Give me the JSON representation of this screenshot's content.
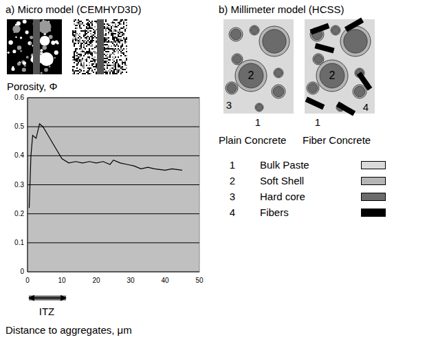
{
  "diagram": {
    "labels": [
      "a) Micro model (CEMHYD3D)",
      "b) Millimeter model (HCSS)",
      "Porosity, Φ",
      "0.6",
      "0.5",
      "0.4",
      "0.3",
      "0.2",
      "0.1",
      "0",
      "0",
      "10",
      "20",
      "30",
      "40",
      "50",
      "ITZ",
      "Distance to aggregates, μm",
      "2",
      "3",
      "1",
      "2",
      "4",
      "1",
      "Plain Concrete",
      "Fiber Concrete",
      "1",
      "2",
      "3",
      "4"
    ],
    "legend": [
      {
        "text": "Bulk Paste",
        "color": "#dadada"
      },
      {
        "text": "Soft Shell",
        "color": "#b5b5b5"
      },
      {
        "text": "Hard core",
        "color": "#6b6b6b"
      },
      {
        "text": "Fibers",
        "color": "#000000"
      }
    ]
  }
}
